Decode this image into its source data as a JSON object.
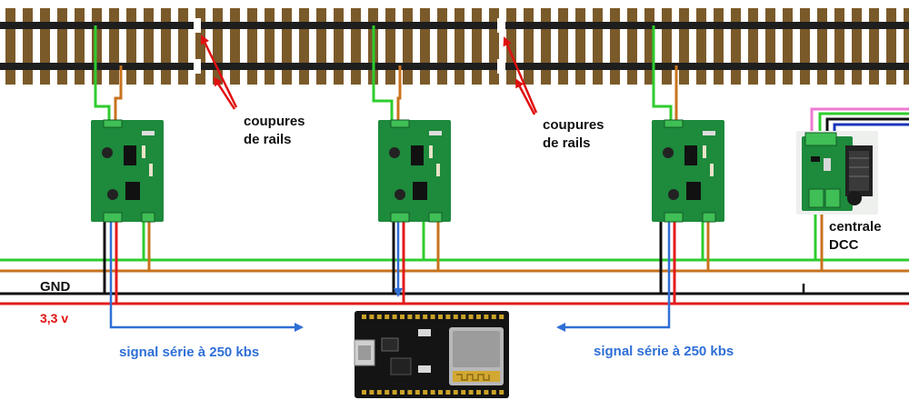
{
  "colors": {
    "rail": "#1e1e1e",
    "sleeper": "#7b5a2a",
    "wire_green": "#2ecc2e",
    "wire_orange": "#c8731e",
    "wire_black": "#111111",
    "wire_red": "#e31b1b",
    "wire_blue": "#2f6fd6",
    "wire_pink": "#ee7ad2",
    "wire_darkblue": "#1a35b8",
    "pcb": "#1d8a3c",
    "arrow_red": "#e01010"
  },
  "labels": {
    "rail_cut_1": "coupures\nde rails",
    "rail_cut_2": "coupures\nde rails",
    "gnd": "GND",
    "vcc": "3,3 v",
    "serial_left": "signal série à 250 kbs",
    "serial_right": "signal série à 250 kbs",
    "dcc_central": "centrale\nDCC"
  },
  "icons": {
    "detector_board": "pcb-board-icon",
    "dcc_board": "dcc-booster-board-icon",
    "microcontroller": "esp32-devkit-icon"
  }
}
